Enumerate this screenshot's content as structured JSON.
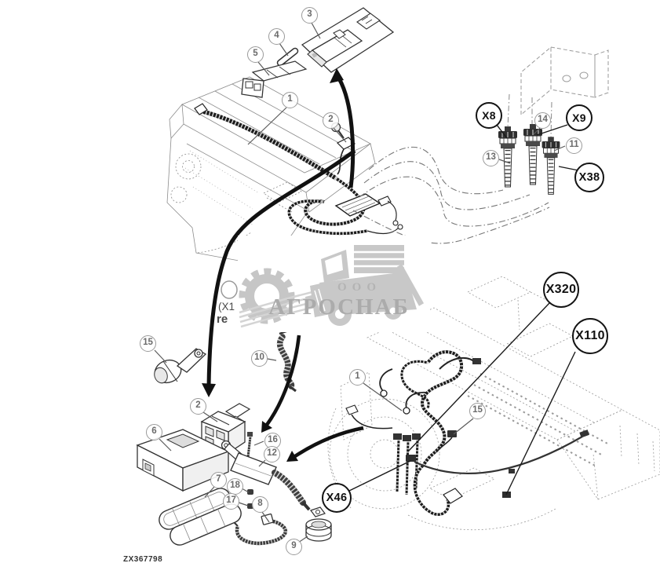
{
  "figure": {
    "drawing_number": "ZX367798"
  },
  "watermark": {
    "org_form": "ООО",
    "company": "АГРОСНАБ"
  },
  "obscured_fragments": {
    "line1": "(X1",
    "line2": "re"
  },
  "colors": {
    "line_art_gray": "#8c8c8c",
    "harness_black": "#1c1c1c",
    "callout_gray": "#9a9a9a",
    "label_black": "#141414",
    "watermark_gray": "#c6c6c6"
  },
  "part_callouts": [
    "3",
    "4",
    "5",
    "1",
    "2",
    "13",
    "14",
    "11",
    "15",
    "10",
    "2",
    "6",
    "16",
    "12",
    "7",
    "18",
    "17",
    "8",
    "9",
    "1",
    "15"
  ],
  "connector_labels": [
    "X8",
    "X9",
    "X38",
    "X320",
    "X110",
    "X46"
  ]
}
